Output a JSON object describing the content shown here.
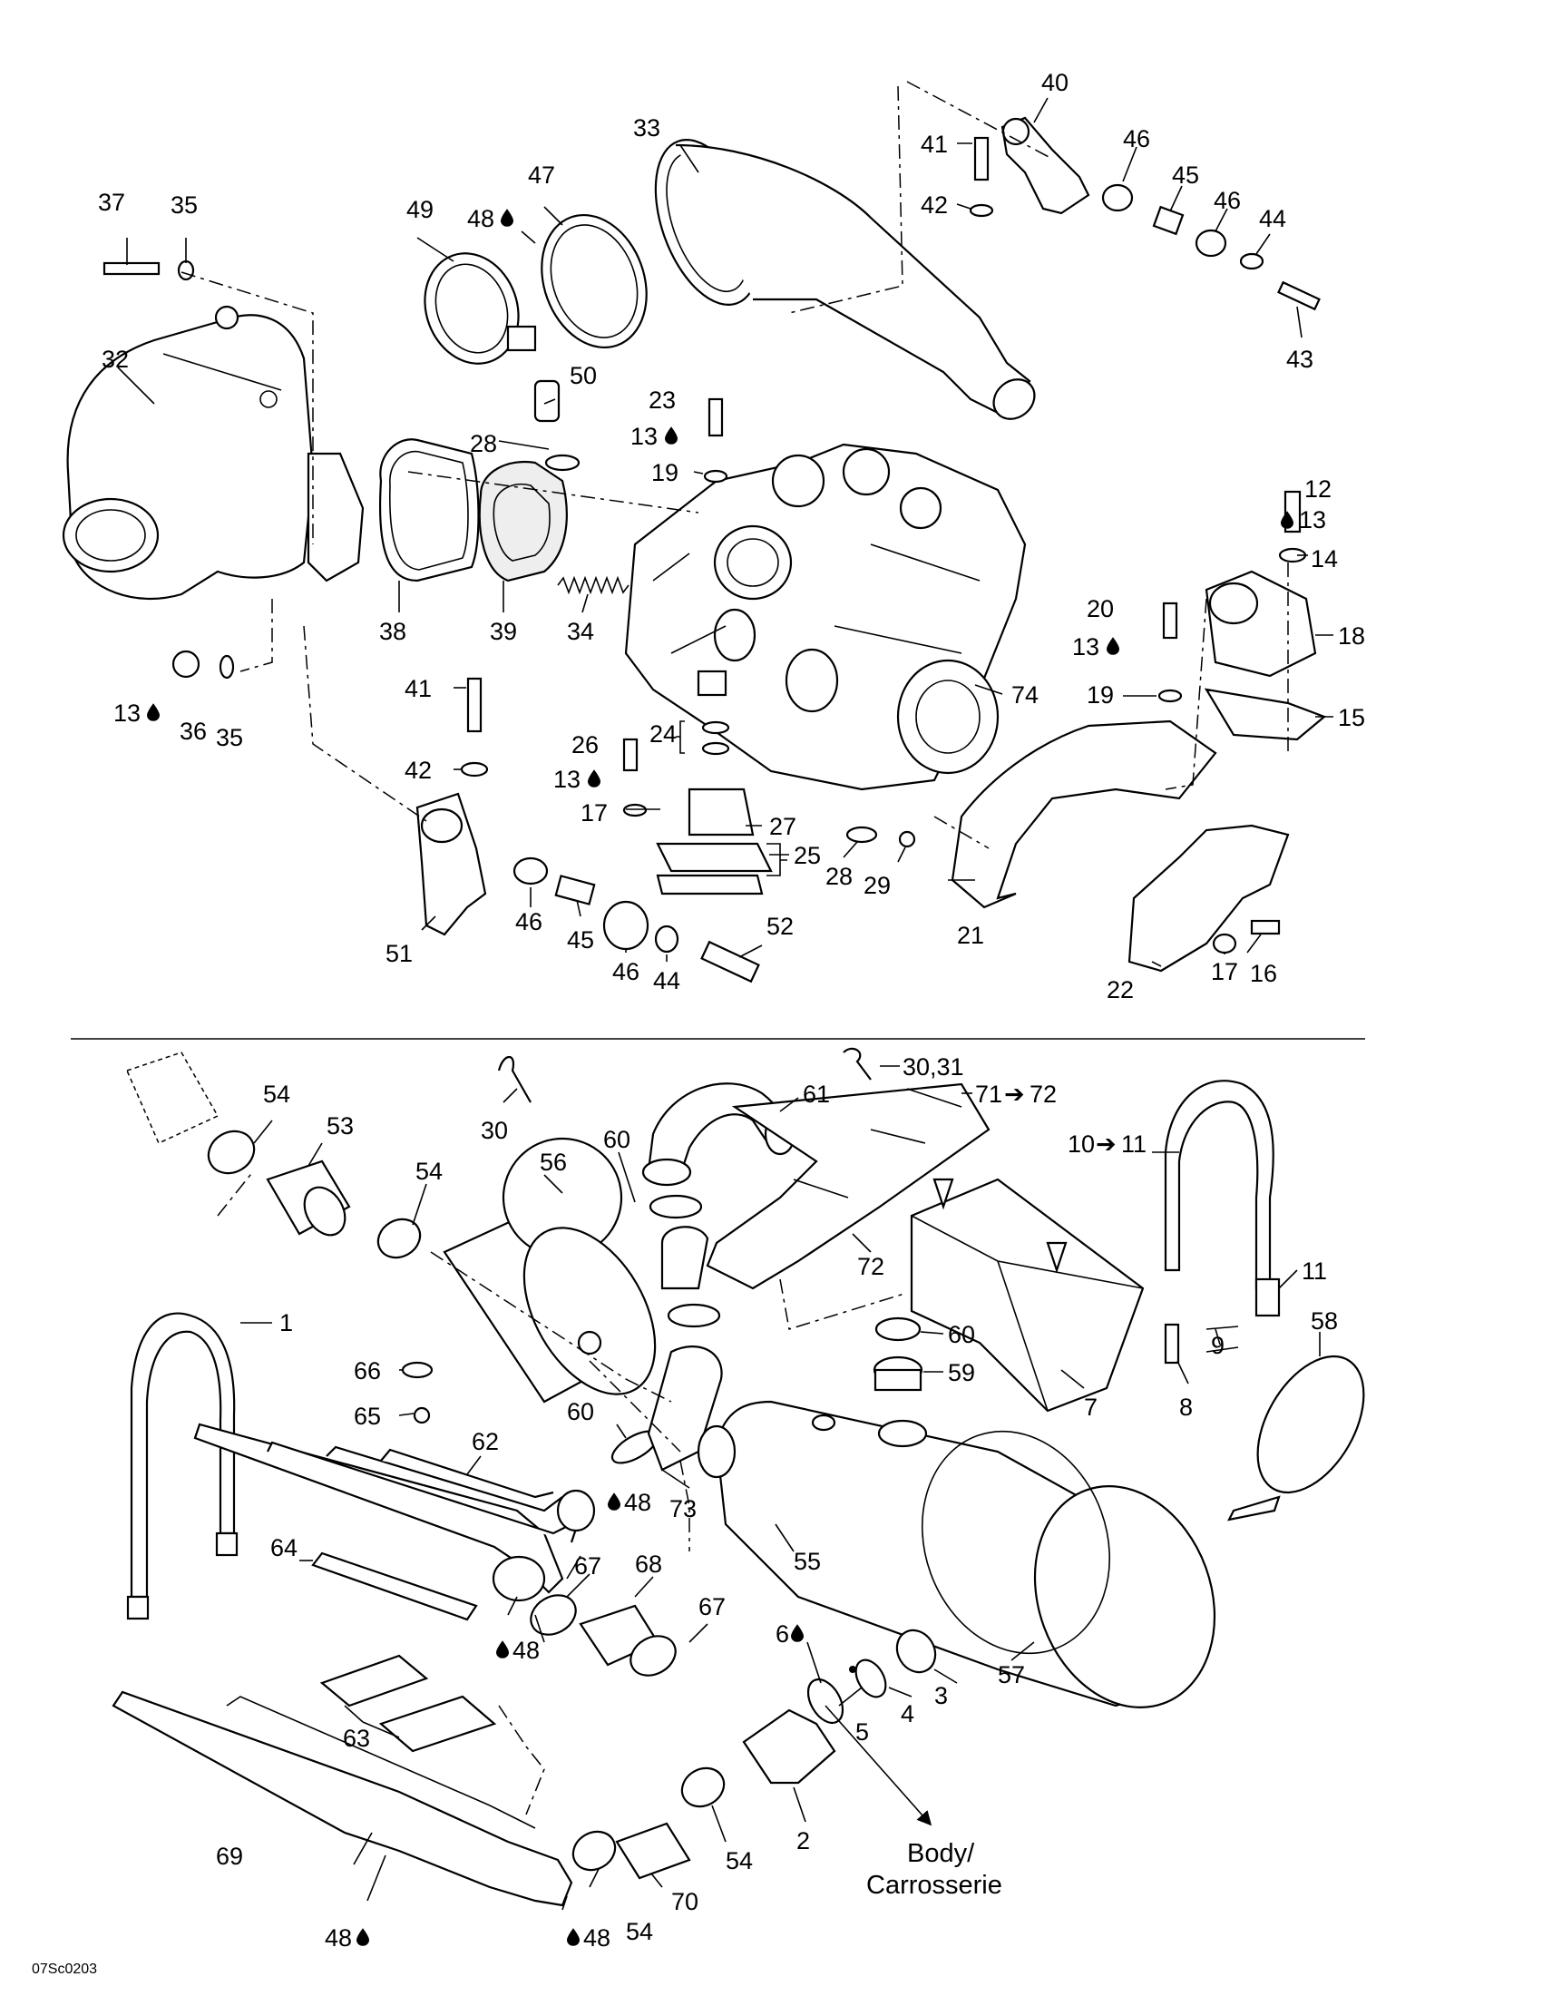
{
  "figure_code": "07Sc0203",
  "body_label_line1": "Body/",
  "body_label_line2": "Carrosserie",
  "drop_icon": "liquid-drop-icon",
  "arrow_icon": "right-arrow-icon",
  "callouts": {
    "c1": "1",
    "c2": "2",
    "c3": "3",
    "c4": "4",
    "c5": "5",
    "c6": "6",
    "c7": "7",
    "c8": "8",
    "c9": "9",
    "c10_11": "10",
    "c11": "11",
    "c12": "12",
    "c13": "13",
    "c14": "14",
    "c15": "15",
    "c16": "16",
    "c17": "17",
    "c18": "18",
    "c19": "19",
    "c20": "20",
    "c21": "21",
    "c22": "22",
    "c23": "23",
    "c24": "24",
    "c25": "25",
    "c26": "26",
    "c27": "27",
    "c28": "28",
    "c29": "29",
    "c30": "30",
    "c30_31": "30,31",
    "c32": "32",
    "c33": "33",
    "c34": "34",
    "c35": "35",
    "c36": "36",
    "c37": "37",
    "c38": "38",
    "c39": "39",
    "c40": "40",
    "c41": "41",
    "c42": "42",
    "c43": "43",
    "c44": "44",
    "c45": "45",
    "c46": "46",
    "c47": "47",
    "c48": "48",
    "c49": "49",
    "c50": "50",
    "c51": "51",
    "c52": "52",
    "c53": "53",
    "c54": "54",
    "c55": "55",
    "c56": "56",
    "c57": "57",
    "c58": "58",
    "c59": "59",
    "c60": "60",
    "c61": "61",
    "c62": "62",
    "c63": "63",
    "c64": "64",
    "c65": "65",
    "c66": "66",
    "c67": "67",
    "c68": "68",
    "c69": "69",
    "c70": "70",
    "c71_72": "71",
    "c72": "72",
    "c73": "73",
    "c74": "74"
  }
}
